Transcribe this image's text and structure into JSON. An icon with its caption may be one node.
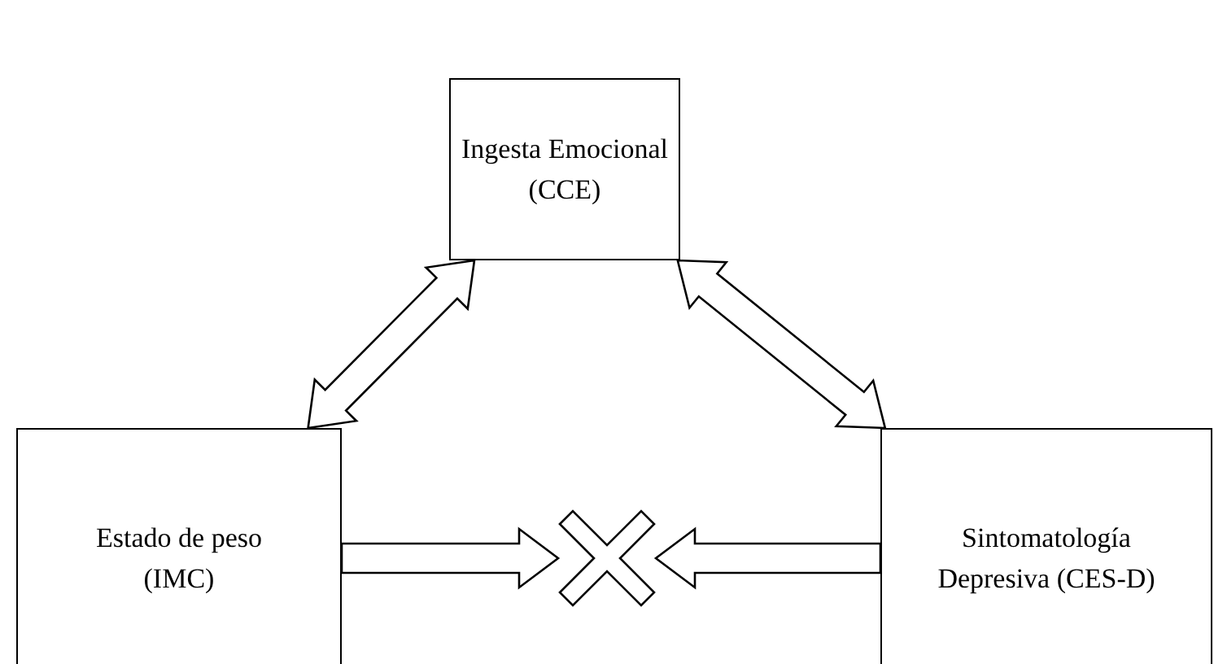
{
  "diagram": {
    "nodes": [
      {
        "text": [
          "Ingesta Emocional (CCE)"
        ]
      },
      {
        "text": [
          "Estado de peso (IMC)"
        ]
      },
      {
        "text": [
          "Sintomatología Depresiva (CES-D)"
        ]
      },
      {
        "text": [],
        "shape": "cross"
      }
    ],
    "edges": [
      {
        "from": 0,
        "to": 1,
        "arrow": "both"
      },
      {
        "from": 0,
        "to": 2,
        "arrow": "both"
      },
      {
        "from": 1,
        "to": 3,
        "arrow": "to"
      },
      {
        "from": 2,
        "to": 3,
        "arrow": "to"
      }
    ]
  }
}
